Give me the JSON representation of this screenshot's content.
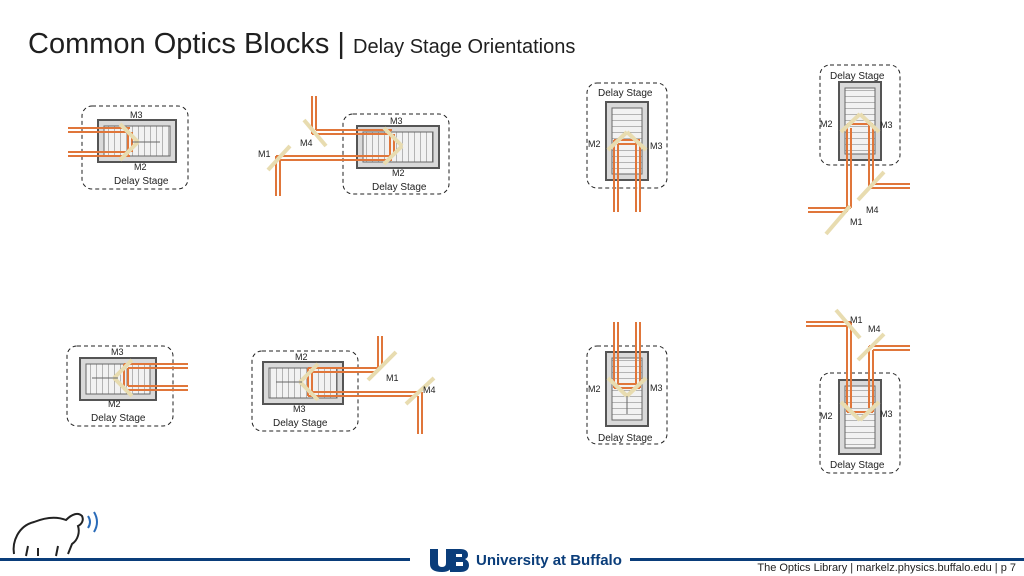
{
  "title": {
    "main": "Common Optics Blocks |",
    "sub": "Delay Stage Orientations"
  },
  "labels": {
    "stage": "Delay Stage",
    "m1": "M1",
    "m2": "M2",
    "m3": "M3",
    "m4": "M4"
  },
  "footer": {
    "university": "University at Buffalo",
    "text": "The Optics Library | markelz.physics.buffalo.edu | p 7"
  },
  "colors": {
    "beam": "#e0763a",
    "footer_blue": "#0a3d7a",
    "mirror": "#e8dcb0"
  },
  "icons": {
    "mascot": "buffalo-icon",
    "logo": "ub-logo-icon"
  }
}
